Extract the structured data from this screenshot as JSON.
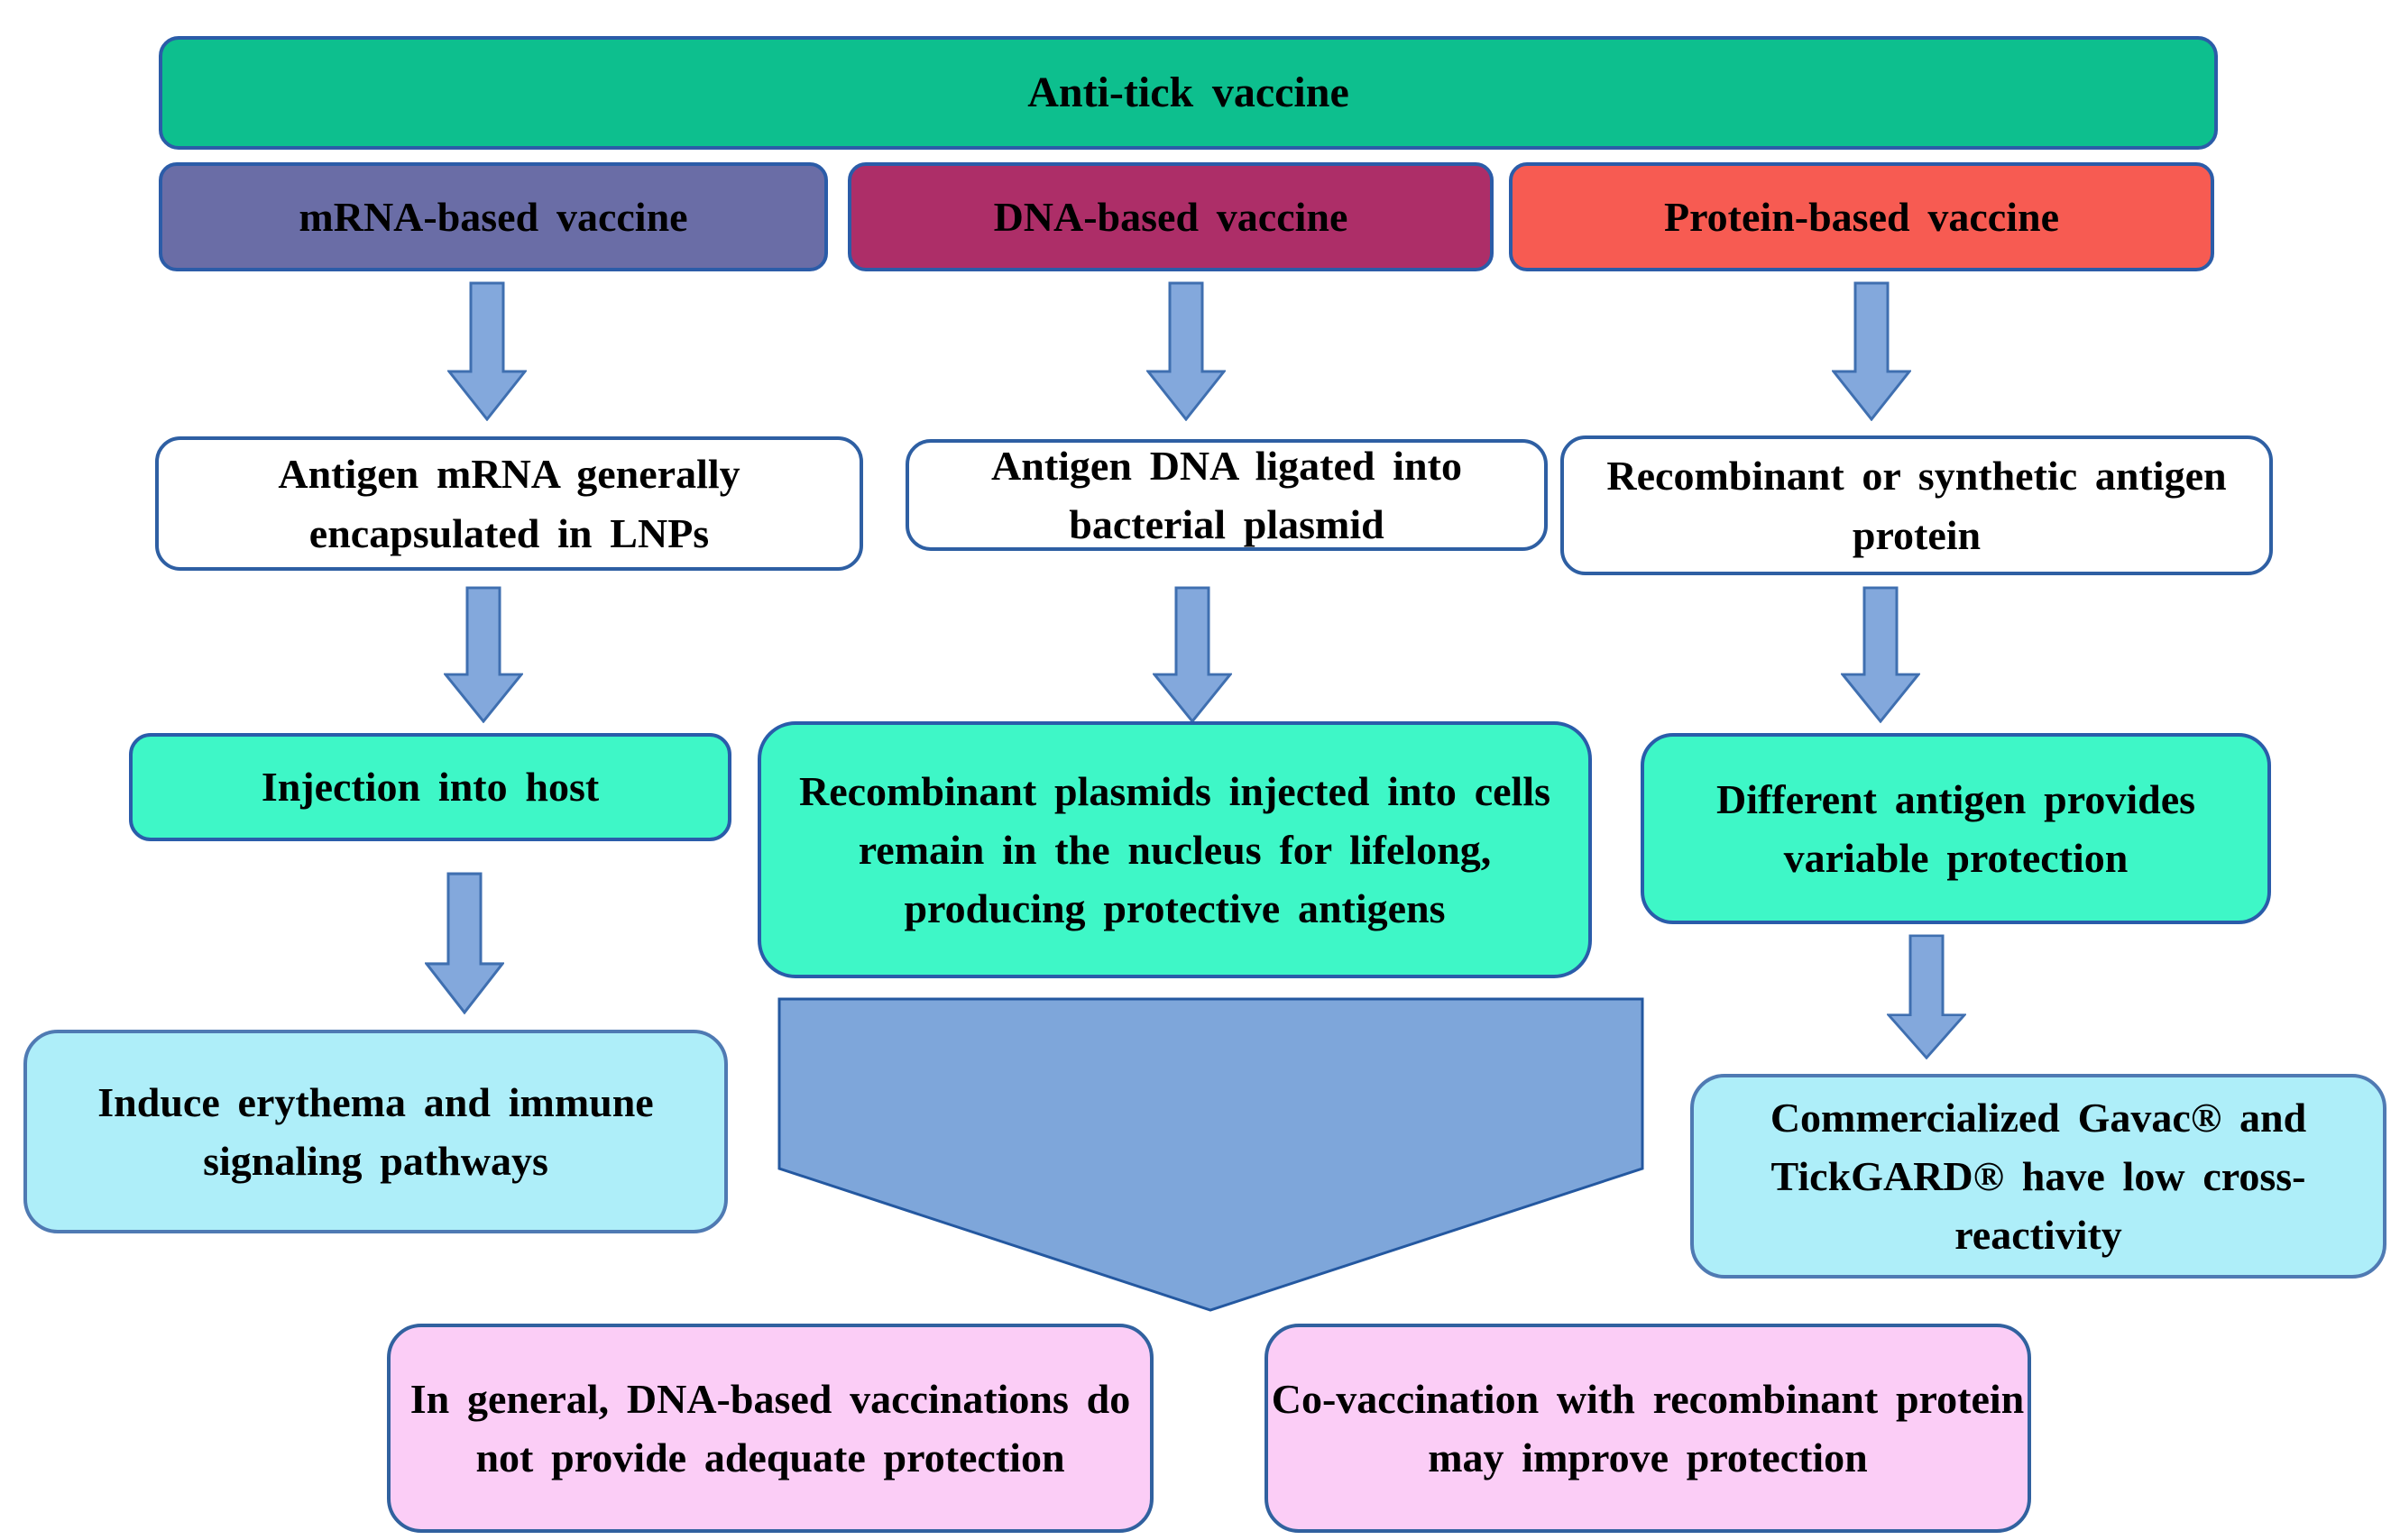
{
  "diagram": {
    "banner": "Anti-tick vaccine",
    "branches": {
      "mrna": {
        "header": "mRNA-based vaccine",
        "step1": "Antigen mRNA generally encapsulated in LNPs",
        "step2": "Injection into host",
        "step3": "Induce erythema and immune signaling pathways"
      },
      "dna": {
        "header": "DNA-based vaccine",
        "step1": "Antigen DNA ligated into bacterial plasmid",
        "step2": "Recombinant plasmids injected into cells remain in the nucleus for lifelong, producing protective antigens"
      },
      "protein": {
        "header": "Protein-based vaccine",
        "step1": "Recombinant or synthetic antigen protein",
        "step2": "Different antigen provides variable protection",
        "step3": "Commercialized Gavac® and TickGARD® have low cross-reactivity"
      }
    },
    "conclusions": {
      "dna_general": "In general, DNA-based vaccinations do not provide adequate protection",
      "co_vaccination": "Co-vaccination with recombinant protein may improve protection"
    }
  },
  "colors": {
    "banner_green": "#0dbf8e",
    "mrna_purple": "#6a6da6",
    "dna_maroon": "#ad2e68",
    "protein_red": "#f75b52",
    "white_box": "#ffffff",
    "teal_box": "#3ef7c7",
    "cyan_box": "#aeeef9",
    "pink_box": "#fbcdf6",
    "box_border_blue": "#2b5ca8",
    "arrow_fill": "#83a8dc",
    "arrow_stroke": "#3f6fb0",
    "pentagon_fill": "#7ea6da",
    "pentagon_stroke": "#2458a0",
    "text": "#000000"
  }
}
